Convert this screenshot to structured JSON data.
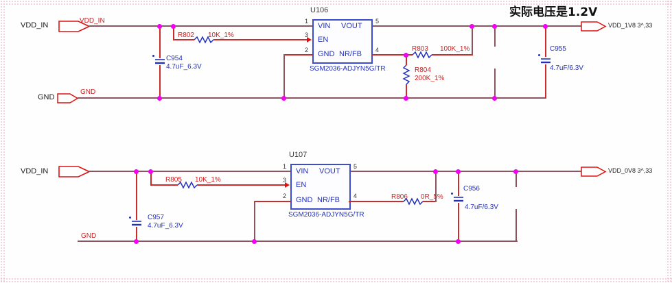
{
  "note": {
    "text": "实际电压是1.2V"
  },
  "colors": {
    "wire": "#8c5460",
    "hot_wire": "#cf2a2a",
    "junction": "#f400f4",
    "symbol_blue": "#2330bb",
    "port_red": "#e01010"
  },
  "circuits": [
    {
      "margin_in": "VDD_IN",
      "net_in": "VDD_IN",
      "margin_gnd": "GND",
      "net_gnd": "GND",
      "out_port": "VDD_1V8 3^,33",
      "chip": {
        "ref": "U106",
        "part": "SGM2036-ADJYN5G/TR",
        "pins": {
          "p1": "1",
          "p2": "2",
          "p3": "3",
          "p4": "4",
          "p5": "5"
        },
        "names": {
          "vin": "VIN",
          "en": "EN",
          "gnd": "GND",
          "vout": "VOUT",
          "nrfb": "NR/FB"
        }
      },
      "r_en": {
        "ref": "R802",
        "value": "10K_1%"
      },
      "r_fb_top": {
        "ref": "R803",
        "value": "100K_1%"
      },
      "r_fb_bot": {
        "ref": "R804",
        "value": "200K_1%"
      },
      "c_in": {
        "ref": "C954",
        "value": "4.7uF_6.3V"
      },
      "c_out": {
        "ref": "C955",
        "value": "4.7uF/6.3V"
      }
    },
    {
      "margin_in": "VDD_IN",
      "net_gnd": "GND",
      "out_port": "VDD_0V8 3^,33",
      "chip": {
        "ref": "U107",
        "part": "SGM2036-ADJYN5G/TR",
        "pins": {
          "p1": "1",
          "p2": "2",
          "p3": "3",
          "p4": "4",
          "p5": "5"
        },
        "names": {
          "vin": "VIN",
          "en": "EN",
          "gnd": "GND",
          "vout": "VOUT",
          "nrfb": "NR/FB"
        }
      },
      "r_en": {
        "ref": "R805",
        "value": "10K_1%"
      },
      "r_fb_top": {
        "ref": "R806",
        "value": "0R_5%"
      },
      "c_in": {
        "ref": "C957",
        "value": "4.7uF_6.3V"
      },
      "c_out": {
        "ref": "C956",
        "value": "4.7uF/6.3V"
      }
    }
  ]
}
